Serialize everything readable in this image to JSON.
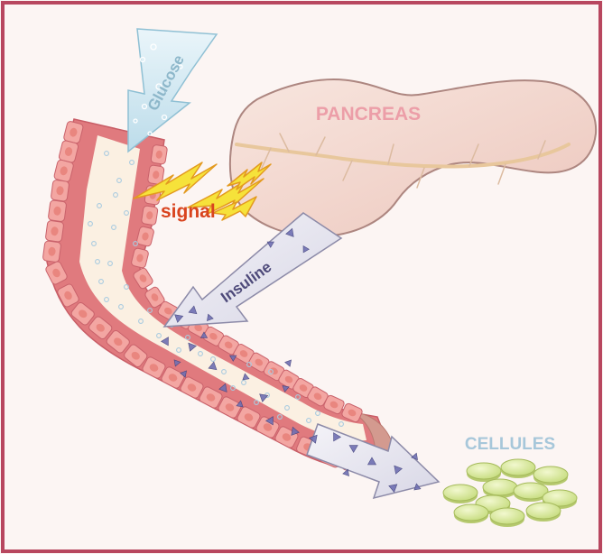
{
  "labels": {
    "glucose": "Glucose",
    "pancreas": "PANCREAS",
    "signal": "signal",
    "insuline": "Insuline",
    "cellules": "CELLULES"
  },
  "colors": {
    "frame": "#b8475f",
    "background": "#fcf5f3",
    "vessel_wall": "#e07a7e",
    "vessel_cell": "#f3a6a2",
    "vessel_cell_nucleus": "#e9867f",
    "vessel_lumen": "#fbf0e2",
    "pancreas_fill": "#f5dcd4",
    "pancreas_stroke": "#ad8680",
    "pancreas_duct": "#e8c79c",
    "pancreas_label": "#ec9ea8",
    "signal_bolt": "#f6e23a",
    "signal_text": "#d9441f",
    "glucose_arrow": "#c9e3ee",
    "insulin_arrow": "#e6e5ee",
    "insulin_text": "#4e4a7a",
    "insulin_triangle": "#6f6fb2",
    "cellules_text": "#a7c7da",
    "cell_fill": "#d8e89a"
  }
}
